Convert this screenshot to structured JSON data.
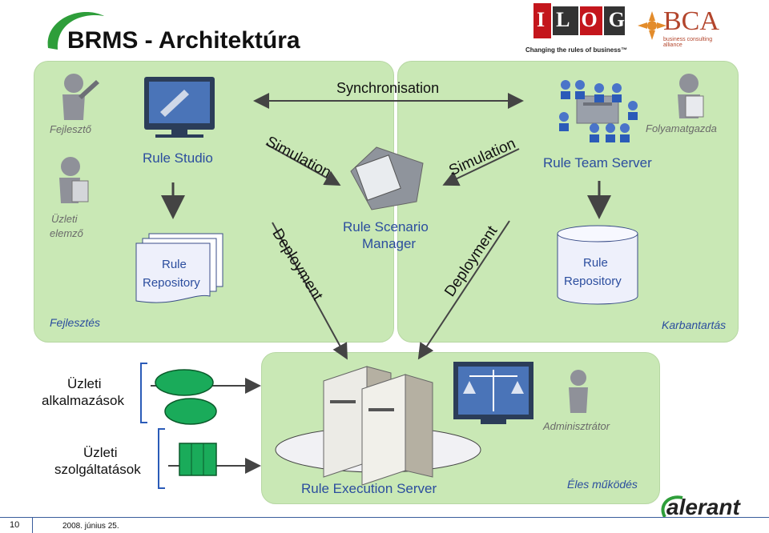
{
  "title": "BRMS - Architektúra",
  "logos": {
    "ilog": "ILOG",
    "ilog_tagline": "Changing the rules of business™",
    "bca": "BCA",
    "bca_tagline": "business consulting alliance",
    "alerant": "alerant"
  },
  "roles": {
    "fejleszto": "Fejlesztő",
    "uzleti_elemzo_1": "Üzleti",
    "uzleti_elemzo_2": "elemző",
    "folyamatgazda": "Folyamatgazda",
    "adminisztrator": "Adminisztrátor"
  },
  "components": {
    "rule_studio": "Rule Studio",
    "rule_team_server": "Rule Team Server",
    "rule_scenario_manager_1": "Rule Scenario",
    "rule_scenario_manager_2": "Manager",
    "rule_repository_left_1": "Rule",
    "rule_repository_left_2": "Repository",
    "rule_repository_right_1": "Rule",
    "rule_repository_right_2": "Repository",
    "rule_execution_server": "Rule Execution Server"
  },
  "flows": {
    "synchronisation": "Synchronisation",
    "simulation_left": "Simulation",
    "simulation_right": "Simulation",
    "deployment_left": "Deployment",
    "deployment_right": "Deployment"
  },
  "zones": {
    "fejlesztes": "Fejlesztés",
    "karbantartas": "Karbantartás",
    "eles_mukodes": "Éles működés"
  },
  "clients": {
    "uzleti_alkalmazasok_1": "Üzleti",
    "uzleti_alkalmazasok_2": "alkalmazások",
    "uzleti_szolgaltatasok_1": "Üzleti",
    "uzleti_szolgaltatasok_2": "szolgáltatások"
  },
  "footer": {
    "page_number": "10",
    "date": "2008. június 25."
  },
  "colors": {
    "panel": "#c9e8b5",
    "green_accent": "#2e9e3a",
    "label_blue": "#2b4d9e",
    "ellipse_fill": "#1aab5a",
    "footer_bar": "#3a5d9c"
  }
}
